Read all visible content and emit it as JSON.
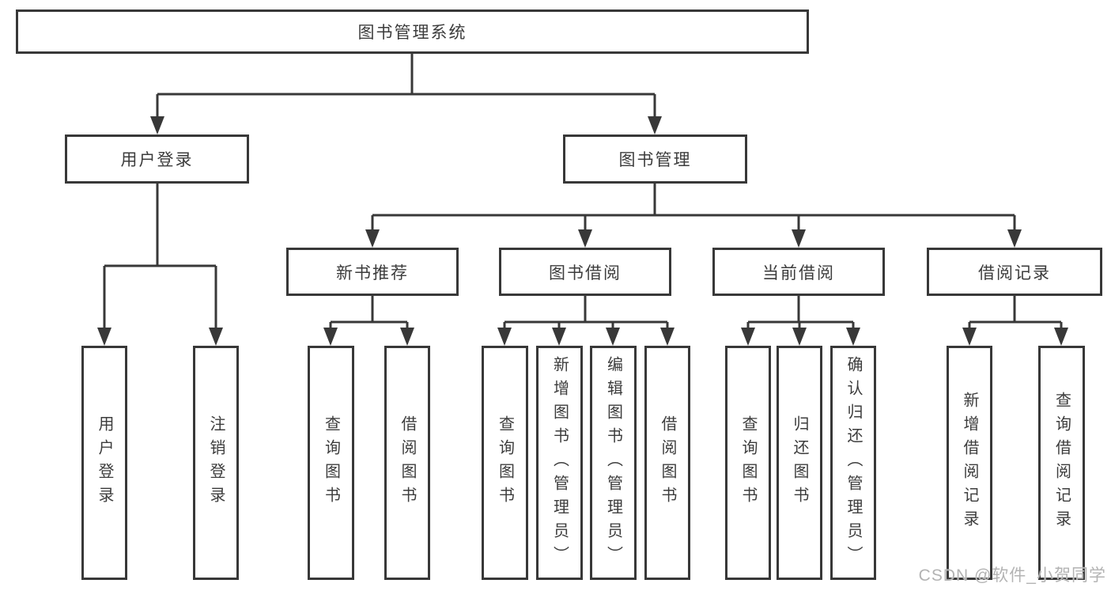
{
  "diagram": {
    "root": {
      "label": "图书管理系统"
    },
    "branches": [
      {
        "label": "用户登录",
        "children": [
          {
            "label": "用户登录"
          },
          {
            "label": "注销登录"
          }
        ]
      },
      {
        "label": "图书管理",
        "children": [
          {
            "label": "新书推荐",
            "children": [
              {
                "label": "查询图书"
              },
              {
                "label": "借阅图书"
              }
            ]
          },
          {
            "label": "图书借阅",
            "children": [
              {
                "label": "查询图书"
              },
              {
                "label": "新增图书（管理员）"
              },
              {
                "label": "编辑图书（管理员）"
              },
              {
                "label": "借阅图书"
              }
            ]
          },
          {
            "label": "当前借阅",
            "children": [
              {
                "label": "查询图书"
              },
              {
                "label": "归还图书"
              },
              {
                "label": "确认归还（管理员）"
              }
            ]
          },
          {
            "label": "借阅记录",
            "children": [
              {
                "label": "新增借阅记录"
              },
              {
                "label": "查询借阅记录"
              }
            ]
          }
        ]
      }
    ],
    "watermark": "CSDN @软件_小贺同学",
    "colors": {
      "line": "#383838",
      "text": "#3c3c3c",
      "watermark": "#b3b3b3",
      "background": "#ffffff"
    }
  }
}
